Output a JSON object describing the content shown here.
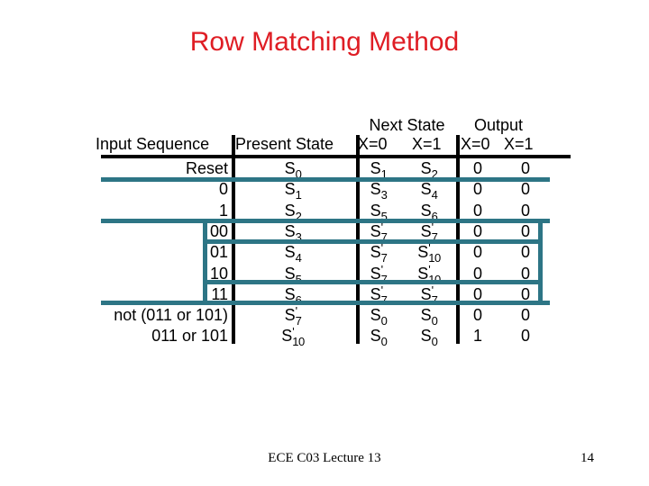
{
  "title": "Row Matching Method",
  "colors": {
    "title_red": "#df1d24",
    "teal_highlight": "#2d7585",
    "table_ink": "#000000"
  },
  "table": {
    "group_headers": [
      {
        "label": "Next State"
      },
      {
        "label": "Output"
      }
    ],
    "columns": [
      "Input Sequence",
      "Present State",
      "X=0",
      "X=1",
      "X=0",
      "X=1"
    ],
    "rows": [
      {
        "input": "Reset",
        "present": "S0",
        "next_x0": "S1",
        "next_x1": "S2",
        "out_x0": "0",
        "out_x1": "0"
      },
      {
        "input": "0",
        "present": "S1",
        "next_x0": "S3",
        "next_x1": "S4",
        "out_x0": "0",
        "out_x1": "0"
      },
      {
        "input": "1",
        "present": "S2",
        "next_x0": "S5",
        "next_x1": "S6",
        "out_x0": "0",
        "out_x1": "0"
      },
      {
        "input": "00",
        "present": "S3",
        "next_x0": "S'7",
        "next_x1": "S'7",
        "out_x0": "0",
        "out_x1": "0"
      },
      {
        "input": "01",
        "present": "S4",
        "next_x0": "S'7",
        "next_x1": "S'10",
        "out_x0": "0",
        "out_x1": "0"
      },
      {
        "input": "10",
        "present": "S5",
        "next_x0": "S'7",
        "next_x1": "S'10",
        "out_x0": "0",
        "out_x1": "0"
      },
      {
        "input": "11",
        "present": "S6",
        "next_x0": "S'7",
        "next_x1": "S'7",
        "out_x0": "0",
        "out_x1": "0"
      },
      {
        "input": "not (011 or 101)",
        "present": "S'7",
        "next_x0": "S0",
        "next_x1": "S0",
        "out_x0": "0",
        "out_x1": "0"
      },
      {
        "input": "011 or 101",
        "present": "S'10",
        "next_x0": "S0",
        "next_x1": "S0",
        "out_x0": "1",
        "out_x1": "0"
      }
    ]
  },
  "footer": {
    "left": "ECE C03 Lecture 13",
    "page": "14"
  }
}
